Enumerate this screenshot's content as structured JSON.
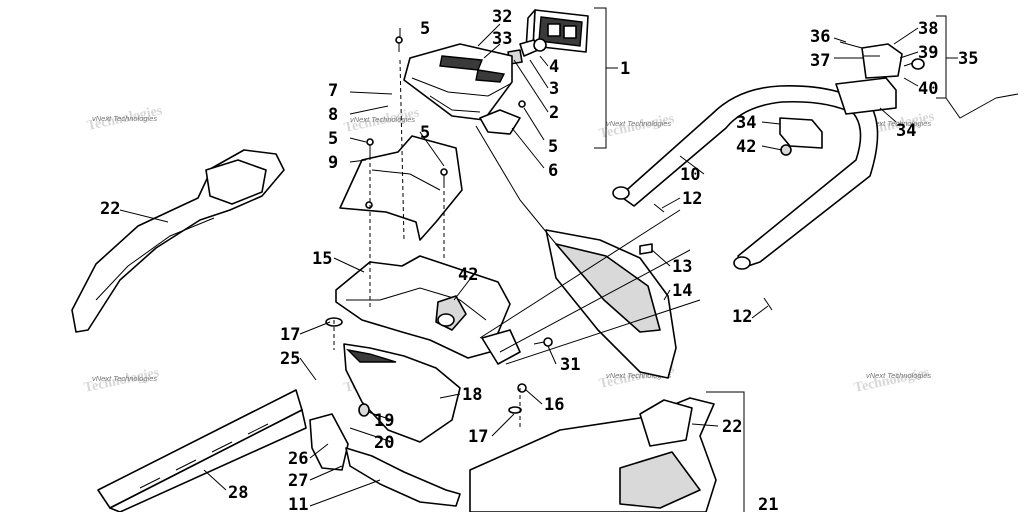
{
  "callouts": [
    {
      "id": "c32",
      "label": "32"
    },
    {
      "id": "c33",
      "label": "33"
    },
    {
      "id": "c1",
      "label": "1"
    },
    {
      "id": "c5a",
      "label": "5"
    },
    {
      "id": "c4",
      "label": "4"
    },
    {
      "id": "c3",
      "label": "3"
    },
    {
      "id": "c2",
      "label": "2"
    },
    {
      "id": "c7",
      "label": "7"
    },
    {
      "id": "c8",
      "label": "8"
    },
    {
      "id": "c5b",
      "label": "5"
    },
    {
      "id": "c5c",
      "label": "5"
    },
    {
      "id": "c9",
      "label": "9"
    },
    {
      "id": "c5d",
      "label": "5"
    },
    {
      "id": "c6",
      "label": "6"
    },
    {
      "id": "c36",
      "label": "36"
    },
    {
      "id": "c37",
      "label": "37"
    },
    {
      "id": "c38",
      "label": "38"
    },
    {
      "id": "c39",
      "label": "39"
    },
    {
      "id": "c40",
      "label": "40"
    },
    {
      "id": "c35",
      "label": "35"
    },
    {
      "id": "c34a",
      "label": "34"
    },
    {
      "id": "c34b",
      "label": "34"
    },
    {
      "id": "c42a",
      "label": "42"
    },
    {
      "id": "c10",
      "label": "10"
    },
    {
      "id": "c12a",
      "label": "12"
    },
    {
      "id": "c22a",
      "label": "22"
    },
    {
      "id": "c15",
      "label": "15"
    },
    {
      "id": "c42b",
      "label": "42"
    },
    {
      "id": "c13",
      "label": "13"
    },
    {
      "id": "c14",
      "label": "14"
    },
    {
      "id": "c12b",
      "label": "12"
    },
    {
      "id": "c17a",
      "label": "17"
    },
    {
      "id": "c25",
      "label": "25"
    },
    {
      "id": "c31",
      "label": "31"
    },
    {
      "id": "c18",
      "label": "18"
    },
    {
      "id": "c16",
      "label": "16"
    },
    {
      "id": "c19",
      "label": "19"
    },
    {
      "id": "c20",
      "label": "20"
    },
    {
      "id": "c17b",
      "label": "17"
    },
    {
      "id": "c26",
      "label": "26"
    },
    {
      "id": "c27",
      "label": "27"
    },
    {
      "id": "c22b",
      "label": "22"
    },
    {
      "id": "c28",
      "label": "28"
    },
    {
      "id": "c11",
      "label": "11"
    },
    {
      "id": "c21",
      "label": "21"
    }
  ],
  "watermark_text": "vNext Technologies"
}
